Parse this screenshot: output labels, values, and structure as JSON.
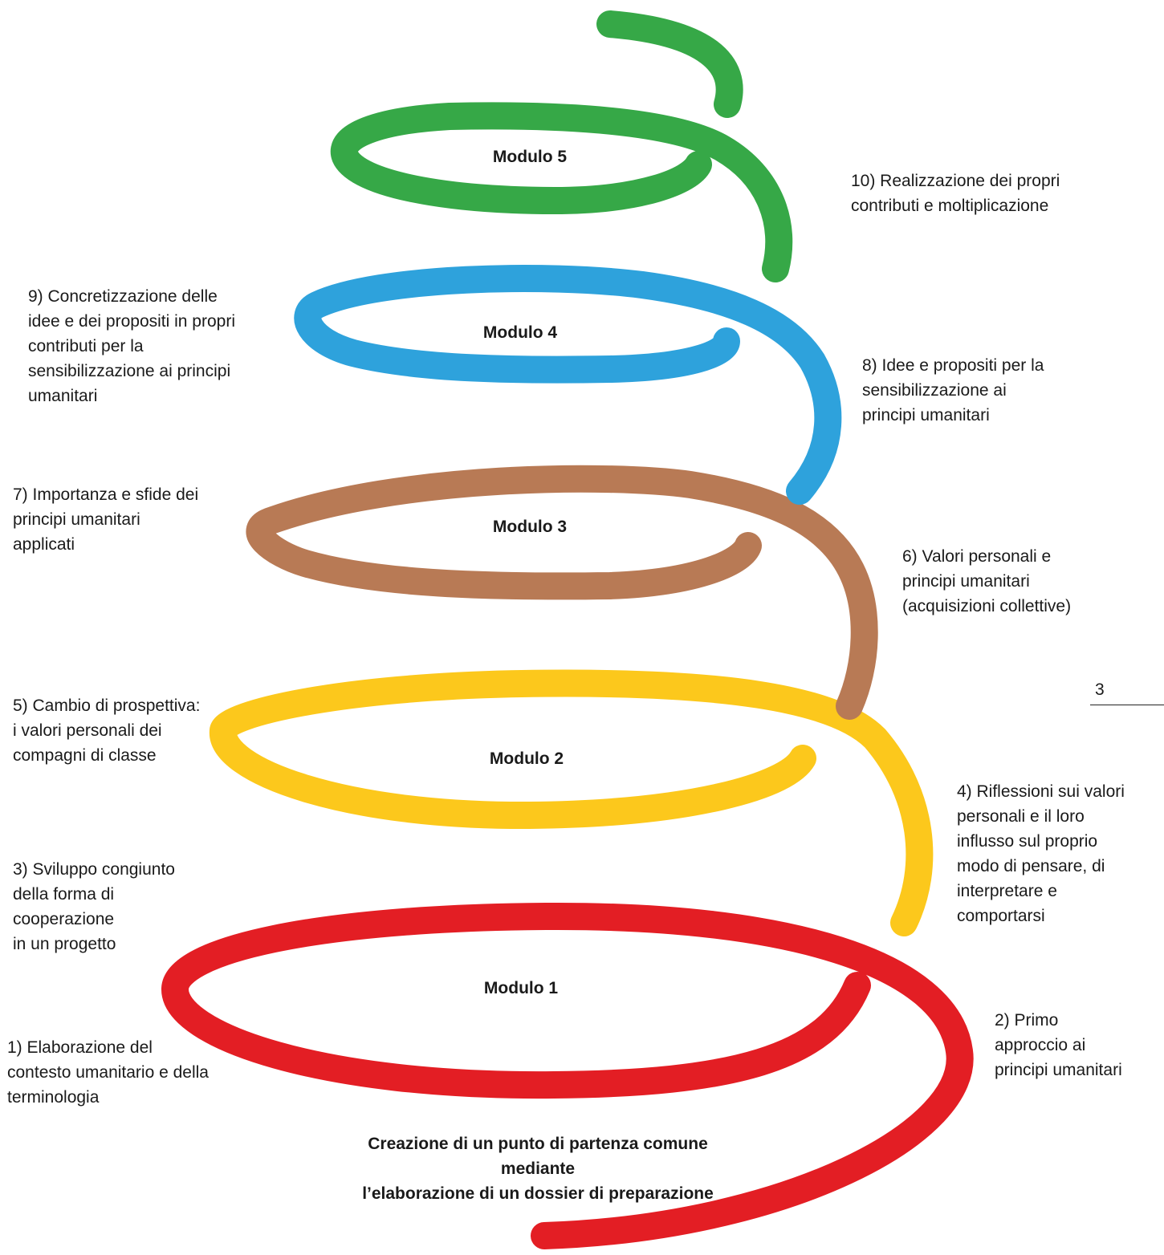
{
  "modules": [
    {
      "label": "Modulo 1",
      "color": "#e31e24"
    },
    {
      "label": "Modulo 2",
      "color": "#fcc81c"
    },
    {
      "label": "Modulo 3",
      "color": "#b87a55"
    },
    {
      "label": "Modulo 4",
      "color": "#2ea2dc"
    },
    {
      "label": "Modulo 5",
      "color": "#36a847"
    }
  ],
  "steps": {
    "s1": "1) Elaborazione del\ncontesto umanitario e della\nterminologia",
    "s2": "2) Primo\napproccio ai\nprincipi umanitari",
    "s3": "3) Sviluppo congiunto\ndella forma di\ncooperazione\nin un progetto",
    "s4": "4) Riflessioni sui valori\npersonali e il loro\ninflusso sul proprio\nmodo di pensare, di\ninterpretare e\ncomportarsi",
    "s5": "5) Cambio di prospettiva:\ni valori personali dei\ncompagni di classe",
    "s6": "6) Valori personali e\nprincipi umanitari\n(acquisizioni collettive)",
    "s7": "7) Importanza e sfide dei\nprincipi umanitari\napplicati",
    "s8": "8) Idee e propositi per la\nsensibilizzazione ai\nprincipi umanitari",
    "s9": "9) Concretizzazione delle\nidee e dei propositi in propri\ncontributi per la\nsensibilizzazione ai principi\numanitari",
    "s10": "10) Realizzazione dei propri\ncontributi e moltiplicazione"
  },
  "footer": "Creazione di un punto di partenza comune\nmediante\nl’elaborazione di un dossier di preparazione",
  "page_number": "3"
}
